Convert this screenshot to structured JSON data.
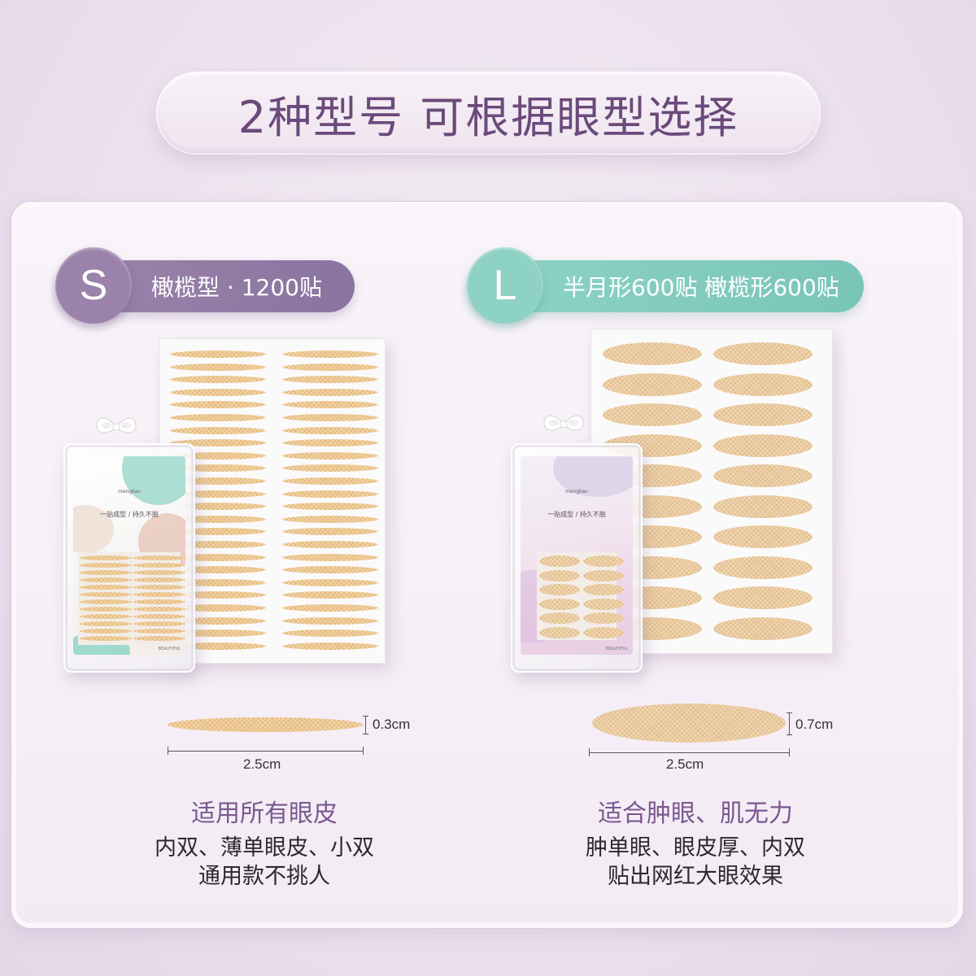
{
  "title": "2种型号 可根据眼型选择",
  "products": [
    {
      "badge_letter": "S",
      "badge_label": "橄榄型 · 1200贴",
      "case_slogan": "一贴成型 / 持久不脱",
      "case_footer": "BEAUTIFUL",
      "case_brand": "menglian",
      "height_label": "0.3cm",
      "width_label": "2.5cm",
      "headline": "适用所有眼皮",
      "line1": "内双、薄单眼皮、小双",
      "line2": "通用款不挑人",
      "badge_color": "#9a82aa"
    },
    {
      "badge_letter": "L",
      "badge_label": "半月形600贴  橄榄形600贴",
      "case_slogan": "一贴成型 / 持久不脱",
      "case_footer": "BEAUTIFUL",
      "case_brand": "menglian",
      "height_label": "0.7cm",
      "width_label": "2.5cm",
      "headline": "适合肿眼、肌无力",
      "line1": "肿单眼、眼皮厚、内双",
      "line2": "贴出网红大眼效果",
      "badge_color": "#8ed1c5"
    }
  ]
}
